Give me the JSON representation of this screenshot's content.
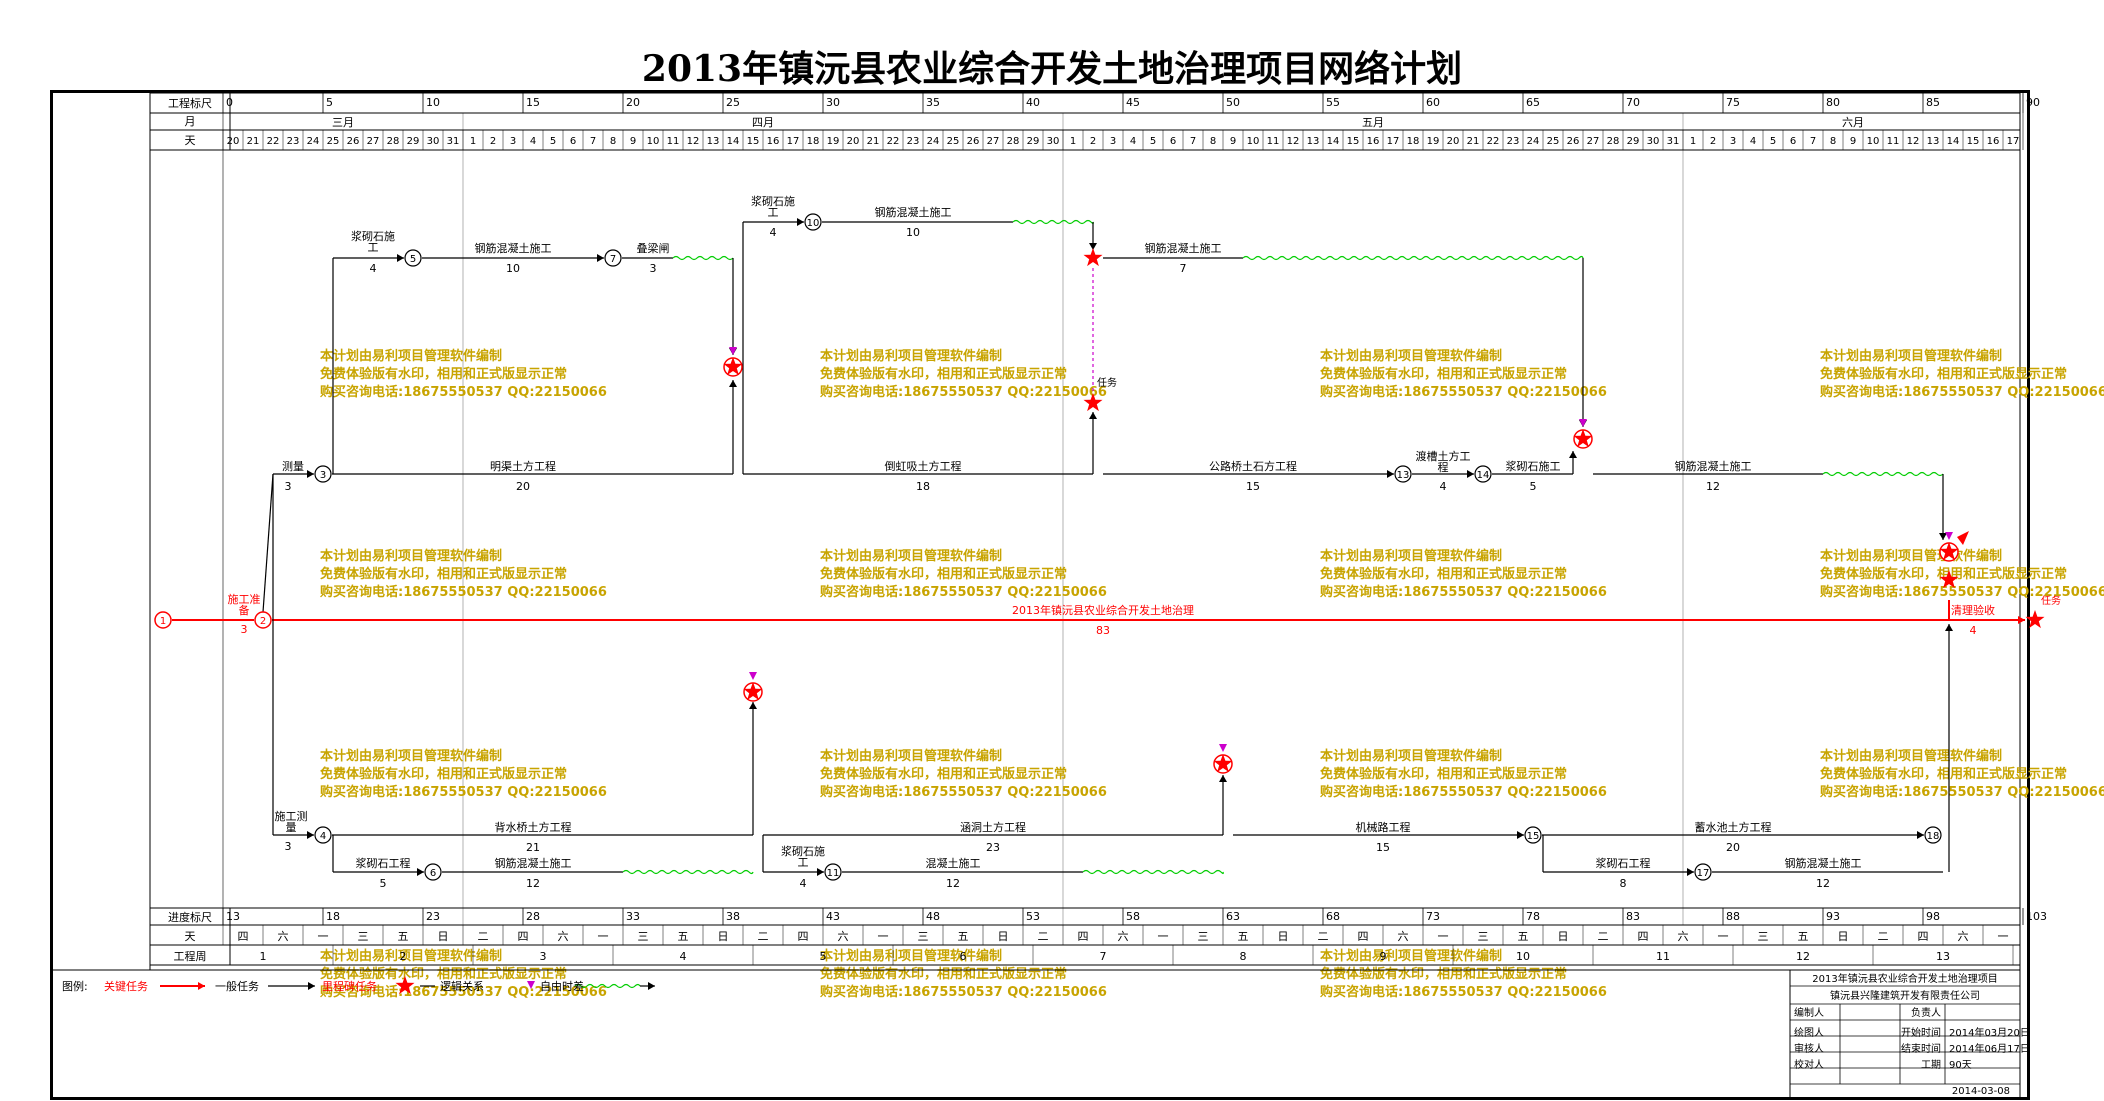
{
  "title": "2013年镇沅县农业综合开发土地治理项目网络计划",
  "header": {
    "scale_label": "工程标尺",
    "month_label": "月",
    "day_label": "天",
    "scale_ticks": [
      "0",
      "5",
      "10",
      "15",
      "20",
      "25",
      "30",
      "35",
      "40",
      "45",
      "50",
      "55",
      "60",
      "65",
      "70",
      "75",
      "80",
      "85",
      "90"
    ],
    "months": [
      "三月",
      "四月",
      "五月",
      "六月"
    ],
    "days_march": [
      "20",
      "21",
      "22",
      "23",
      "24",
      "25",
      "26",
      "27",
      "28",
      "29",
      "30",
      "31"
    ],
    "days_april_count": 30,
    "days_may_count": 31,
    "days_june_count": 17
  },
  "footer": {
    "progress_label": "进度标尺",
    "day_label": "天",
    "week_label": "工程周",
    "progress_ticks": [
      "13",
      "18",
      "23",
      "28",
      "33",
      "38",
      "43",
      "48",
      "53",
      "58",
      "63",
      "68",
      "73",
      "78",
      "83",
      "88",
      "93",
      "98",
      "103"
    ],
    "weekdays": [
      "四",
      "六",
      "一",
      "三",
      "五",
      "日",
      "二",
      "四",
      "六",
      "一",
      "三",
      "五",
      "日",
      "二",
      "四",
      "六",
      "一",
      "三",
      "五",
      "日",
      "二",
      "四",
      "六",
      "一",
      "三",
      "五",
      "日",
      "二",
      "四",
      "六",
      "一",
      "三",
      "五",
      "日",
      "二",
      "四",
      "六",
      "一",
      "三",
      "五",
      "日",
      "二",
      "四",
      "六",
      "一"
    ],
    "weeks": [
      "1",
      "2",
      "3",
      "4",
      "5",
      "6",
      "7",
      "8",
      "9",
      "10",
      "11",
      "12",
      "13"
    ]
  },
  "nodes": [
    "1",
    "2",
    "3",
    "4",
    "5",
    "6",
    "7",
    "10",
    "11",
    "13",
    "14",
    "15",
    "17",
    "18"
  ],
  "tasks": {
    "t_prep": {
      "name": "施工准备",
      "dur": "3"
    },
    "t_main": {
      "name": "2013年镇沅县农业综合开发土地治理",
      "dur": "83"
    },
    "t_accept": {
      "name": "清理验收",
      "dur": "4"
    },
    "t_survey": {
      "name": "测量",
      "dur": "3"
    },
    "t_survey2": {
      "name": "施工测量",
      "dur": "3"
    },
    "t_stone1": {
      "name": "浆砌石施工",
      "dur": "4"
    },
    "t_rc1": {
      "name": "钢筋混凝土施工",
      "dur": "10"
    },
    "t_beam": {
      "name": "叠梁闸",
      "dur": "3"
    },
    "t_stone2": {
      "name": "浆砌石施工",
      "dur": "4"
    },
    "t_rc2": {
      "name": "钢筋混凝土施工",
      "dur": "10"
    },
    "t_canal": {
      "name": "明渠土方工程",
      "dur": "20"
    },
    "t_siphon": {
      "name": "倒虹吸土方工程",
      "dur": "18"
    },
    "t_rc3": {
      "name": "钢筋混凝土施工",
      "dur": "7"
    },
    "t_task": {
      "name": "任务"
    },
    "t_road": {
      "name": "公路桥土石方工程",
      "dur": "15"
    },
    "t_chute": {
      "name": "渡槽土方工程",
      "dur": "4"
    },
    "t_stone3": {
      "name": "浆砌石施工",
      "dur": "5"
    },
    "t_rc4": {
      "name": "钢筋混凝土施工",
      "dur": "12"
    },
    "t_bridge": {
      "name": "背水桥土方工程",
      "dur": "21"
    },
    "t_stone4": {
      "name": "浆砌石工程",
      "dur": "5"
    },
    "t_rc5": {
      "name": "钢筋混凝土施工",
      "dur": "12"
    },
    "t_culvert": {
      "name": "涵洞土方工程",
      "dur": "23"
    },
    "t_stone5": {
      "name": "浆砌石施工",
      "dur": "4"
    },
    "t_conc": {
      "name": "混凝土施工",
      "dur": "12"
    },
    "t_mach": {
      "name": "机械路工程",
      "dur": "15"
    },
    "t_pond": {
      "name": "蓄水池土方工程",
      "dur": "20"
    },
    "t_stone6": {
      "name": "浆砌石工程",
      "dur": "8"
    },
    "t_rc6": {
      "name": "钢筋混凝土施工",
      "dur": "12"
    },
    "t_end": {
      "name": "任务"
    }
  },
  "watermark": {
    "line1": "本计划由易利项目管理软件编制",
    "line2": "免费体验版有水印，相用和正式版显示正常",
    "line3": "购买咨询电话:18675550537 QQ:22150066"
  },
  "legend": {
    "label": "图例:",
    "critical": "关键任务",
    "normal": "一般任务",
    "milestone": "里程碑任务",
    "logic": "逻辑关系",
    "float": "自由时差"
  },
  "info": {
    "project": "2013年镇沅县农业综合开发土地治理项目",
    "company": "镇沅县兴隆建筑开发有限责任公司",
    "editor_label": "编制人",
    "owner_label": "负责人",
    "drafter_label": "绘图人",
    "start_label": "开始时间",
    "start": "2014年03月20日",
    "reviewer_label": "审核人",
    "end_label": "结束时间",
    "end": "2014年06月17日",
    "checker_label": "校对人",
    "period_label": "工期",
    "period": "90天",
    "date": "2014-03-08"
  },
  "colors": {
    "critical": "#ff0000",
    "normal": "#000000",
    "float": "#00cc00",
    "milestone": "#ff0000",
    "logic": "#cc00cc",
    "watermark": "#c8a400"
  }
}
